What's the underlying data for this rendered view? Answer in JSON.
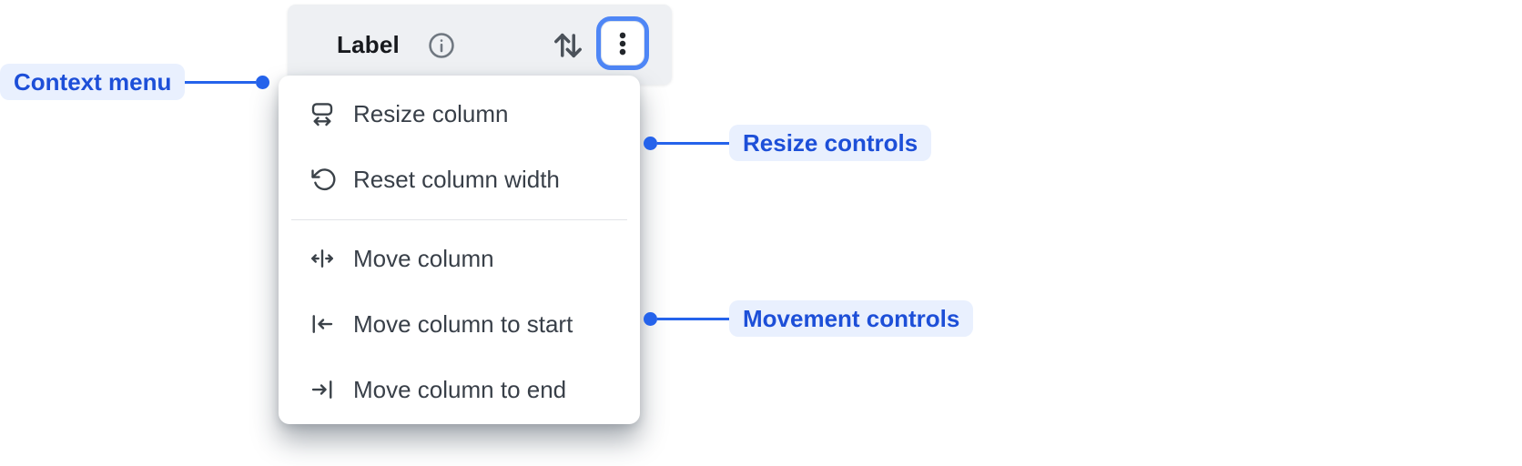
{
  "header": {
    "label": "Label",
    "icons": {
      "info": "info-icon",
      "sort": "sort-arrows-icon",
      "menu": "kebab-menu-icon"
    },
    "colors": {
      "bar_bg": "#eef0f3",
      "focus_ring": "#4e86f6"
    }
  },
  "context_menu": {
    "items": [
      {
        "id": "resize-column",
        "label": "Resize column",
        "icon": "resize-column-icon"
      },
      {
        "id": "reset-column-width",
        "label": "Reset column width",
        "icon": "reset-column-width-icon"
      },
      {
        "id": "move-column",
        "label": "Move column",
        "icon": "move-column-icon"
      },
      {
        "id": "move-column-start",
        "label": "Move column to start",
        "icon": "move-column-to-start-icon"
      },
      {
        "id": "move-column-end",
        "label": "Move column to end",
        "icon": "move-column-to-end-icon"
      }
    ],
    "divider_after_index": 1
  },
  "annotations": {
    "context_menu": {
      "label": "Context menu"
    },
    "resize_controls": {
      "label": "Resize controls"
    },
    "movement_controls": {
      "label": "Movement controls"
    },
    "colors": {
      "accent": "#2563eb",
      "text": "#1d4fd8",
      "pill_bg": "#e9f0fe"
    }
  }
}
